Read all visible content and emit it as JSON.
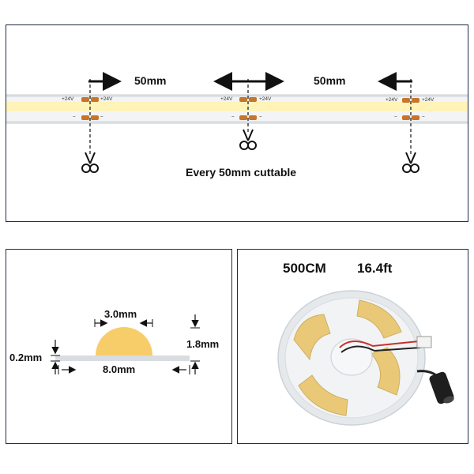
{
  "top_panel": {
    "segment_label_left": "50mm",
    "segment_label_right": "50mm",
    "cut_note": "Every 50mm cuttable",
    "pad_plus": "+24V",
    "pad_minus": "−",
    "colors": {
      "strip": "#fff0b3",
      "strip_edge": "#c9cdd2",
      "pad": "#c8742a",
      "arrow": "#111111"
    }
  },
  "profile_panel": {
    "dome_width": "3.0mm",
    "base_thickness": "0.2mm",
    "total_height": "1.8mm",
    "strip_width": "8.0mm",
    "colors": {
      "dome": "#f7cd6a",
      "base": "#d9dde2"
    }
  },
  "reel_panel": {
    "length_cm": "500CM",
    "length_ft": "16.4ft",
    "icon": "led-strip-reel-with-dc-connector",
    "colors": {
      "reel": "#eef0f2",
      "strip": "#e9c978"
    }
  }
}
